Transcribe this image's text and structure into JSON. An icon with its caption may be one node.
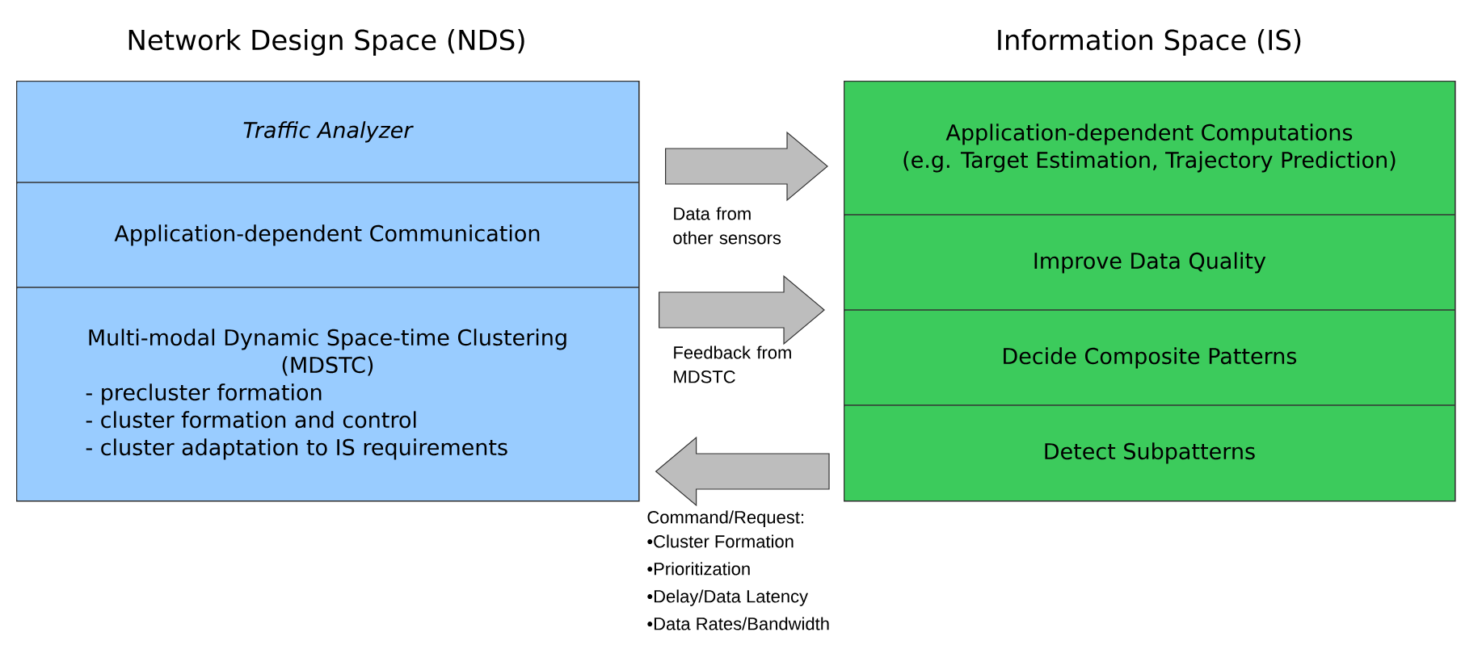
{
  "diagram": {
    "nodes": [
      {
        "text": [
          "Network Design Space (NDS)"
        ]
      },
      {
        "text": [
          "Traffic Analyzer"
        ],
        "in": 0
      },
      {
        "text": [
          "Application-dependent Communication"
        ],
        "in": 0
      },
      {
        "text": [
          "Multi-modal Dynamic Space-time Clustering (MDSTC)",
          "- precluster formation",
          "- cluster formation and control",
          "- cluster adaptation to IS requirements"
        ],
        "in": 0
      },
      {
        "text": [
          "Information Space (IS)"
        ]
      },
      {
        "text": [
          "Application-dependent Computations",
          "(e.g. Target Estimation, Trajectory Prediction)"
        ],
        "in": 4
      },
      {
        "text": [
          "Improve Data Quality"
        ],
        "in": 4
      },
      {
        "text": [
          "Decide Composite Patterns"
        ],
        "in": 4
      },
      {
        "text": [
          "Detect Subpatterns"
        ],
        "in": 4
      }
    ],
    "edges": [
      {
        "from": 0,
        "to": 4,
        "arrow": "to",
        "label": "Data from other sensors"
      },
      {
        "from": 0,
        "to": 4,
        "arrow": "to",
        "label": "Feedback from MDSTC"
      },
      {
        "from": 4,
        "to": 0,
        "arrow": "to",
        "label": "Command/Request:"
      }
    ],
    "labels": [
      "•Cluster Formation",
      "•Prioritization",
      "•Delay/Data Latency",
      "•Data Rates/Bandwidth"
    ]
  }
}
